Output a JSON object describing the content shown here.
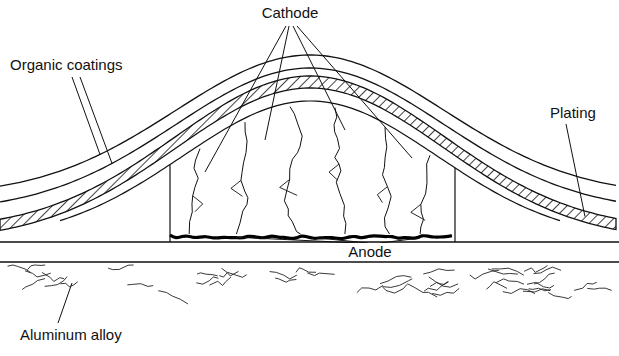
{
  "diagram": {
    "labels": [
      "Cathode",
      "Organic coatings",
      "Plating",
      "Anode",
      "Aluminum alloy"
    ]
  }
}
